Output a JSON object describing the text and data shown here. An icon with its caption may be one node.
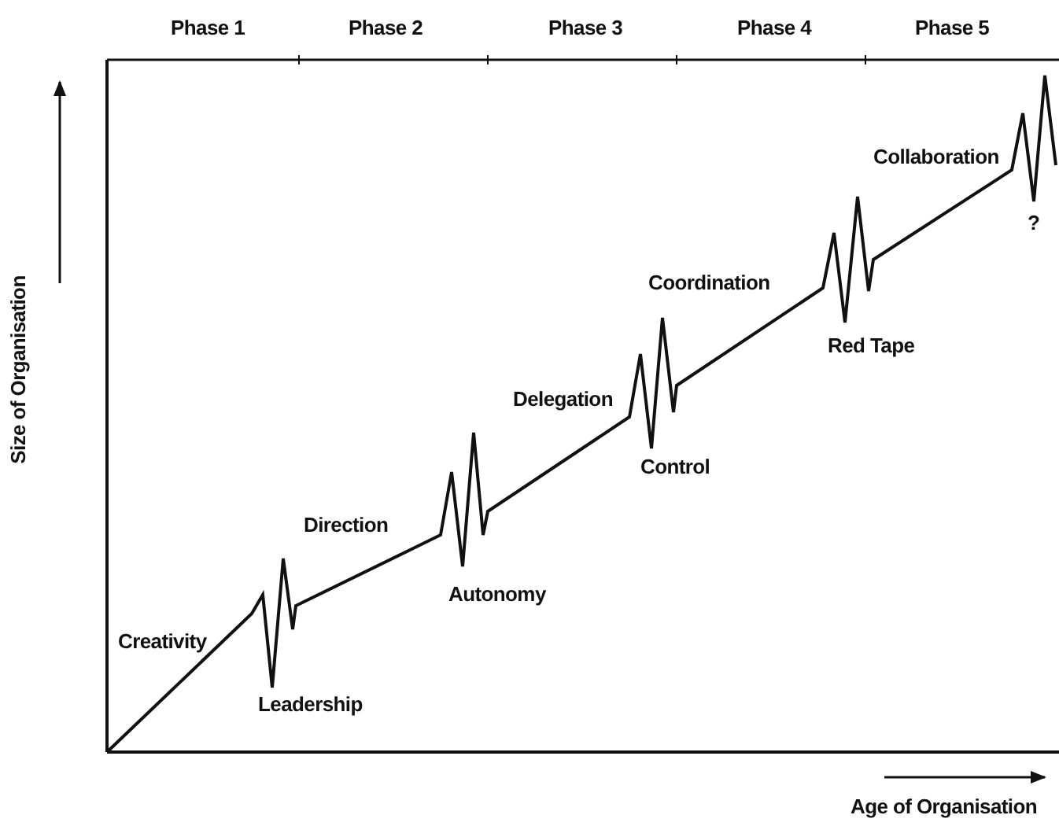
{
  "diagram": {
    "labels": [
      "Phase 1",
      "Phase 2",
      "Phase 3",
      "Phase 4",
      "Phase 5",
      "Creativity",
      "Leadership",
      "Direction",
      "Autonomy",
      "Delegation",
      "Control",
      "Coordination",
      "Red Tape",
      "Collaboration",
      "?",
      "Size of Organisation",
      "Age of Organisation"
    ]
  }
}
